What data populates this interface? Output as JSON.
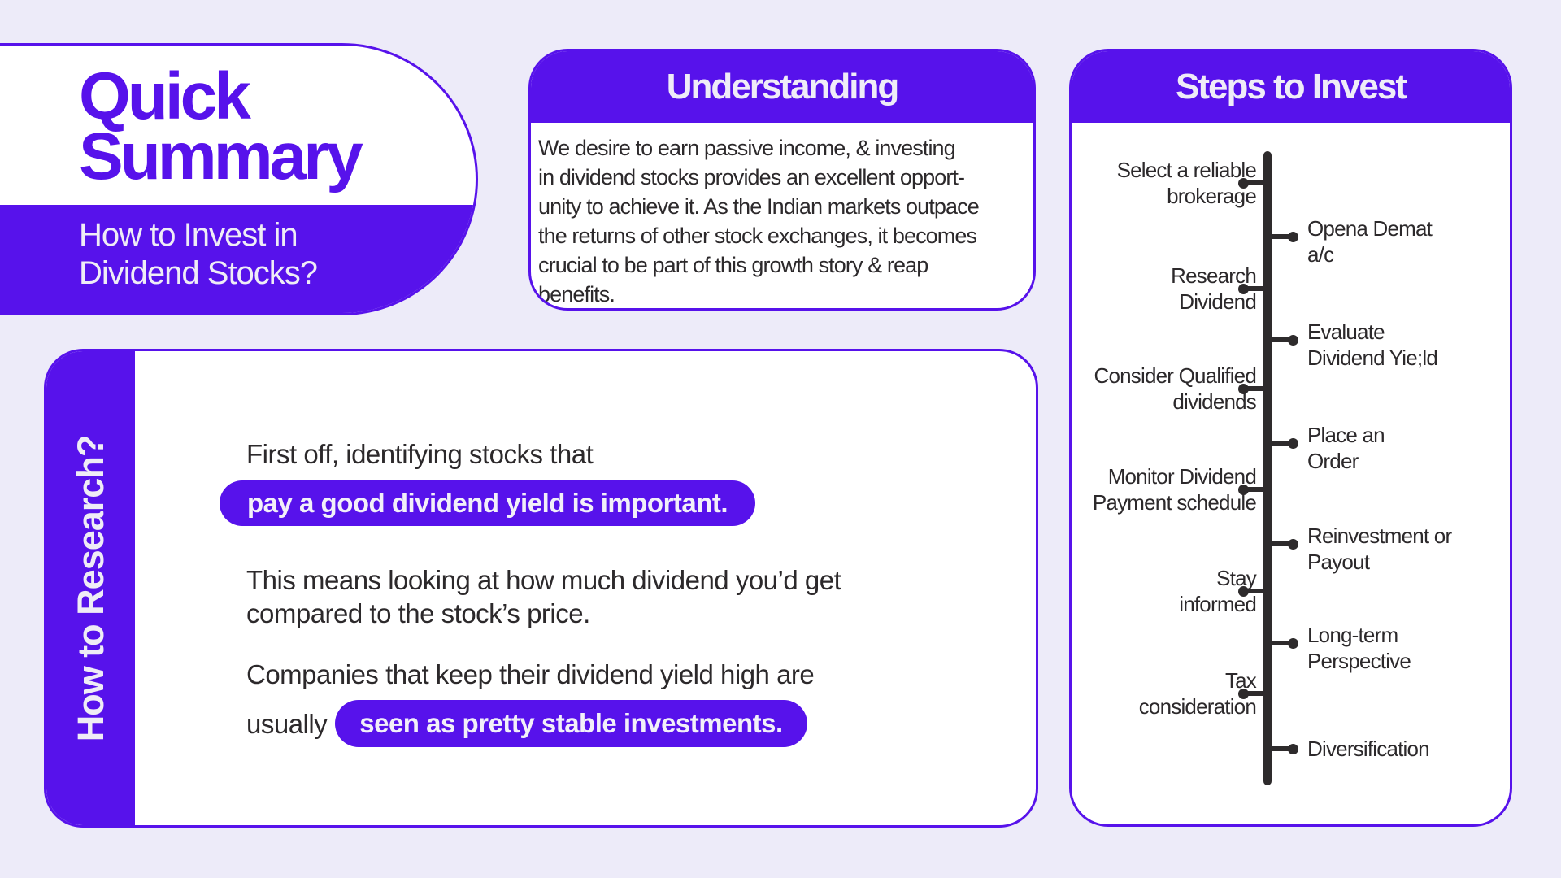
{
  "colors": {
    "purple": "#5712EB",
    "background": "#EDEBF9",
    "dark_text": "#2C292B",
    "timeline": "#2E2B2C",
    "off_white": "#EFECF6"
  },
  "quick_summary": {
    "title_lines": [
      "Quick",
      "Summary"
    ],
    "subtitle_lines": [
      "How to Invest in",
      "Dividend Stocks?"
    ]
  },
  "understanding": {
    "title": "Understanding",
    "body_lines": [
      "We desire to earn passive income, & investing",
      "in dividend stocks provides an excellent opport-",
      "unity to achieve it. As the Indian markets outpace",
      "the returns of other stock exchanges, it becomes",
      "crucial to be part of this growth story & reap",
      "benefits."
    ]
  },
  "steps": {
    "title": "Steps to Invest",
    "left_items": [
      {
        "lines": [
          "Select a reliable",
          "brokerage"
        ]
      },
      {
        "lines": [
          "Research",
          "Dividend"
        ]
      },
      {
        "lines": [
          "Consider Qualified",
          "dividends"
        ]
      },
      {
        "lines": [
          "Monitor Dividend",
          "Payment schedule"
        ]
      },
      {
        "lines": [
          "Stay",
          "informed"
        ]
      },
      {
        "lines": [
          "Tax",
          "consideration"
        ]
      }
    ],
    "right_items": [
      {
        "lines": [
          "Opena Demat",
          "a/c"
        ]
      },
      {
        "lines": [
          "Evaluate",
          "Dividend Yie;ld"
        ]
      },
      {
        "lines": [
          "Place an",
          "Order"
        ]
      },
      {
        "lines": [
          "Reinvestment or",
          "Payout"
        ]
      },
      {
        "lines": [
          "Long-term",
          "Perspective"
        ]
      },
      {
        "lines": [
          "Diversification"
        ]
      }
    ]
  },
  "research": {
    "sidebar_title": "How to Research?",
    "p1": "First off, identifying stocks that",
    "pill1": "pay a good dividend yield is important.",
    "p2_lines": [
      "This means looking at how much dividend you’d get",
      "compared to the stock’s price."
    ],
    "p3": "Companies that keep their dividend yield high are",
    "p4_prefix": "usually",
    "pill2": "seen as pretty stable investments."
  }
}
